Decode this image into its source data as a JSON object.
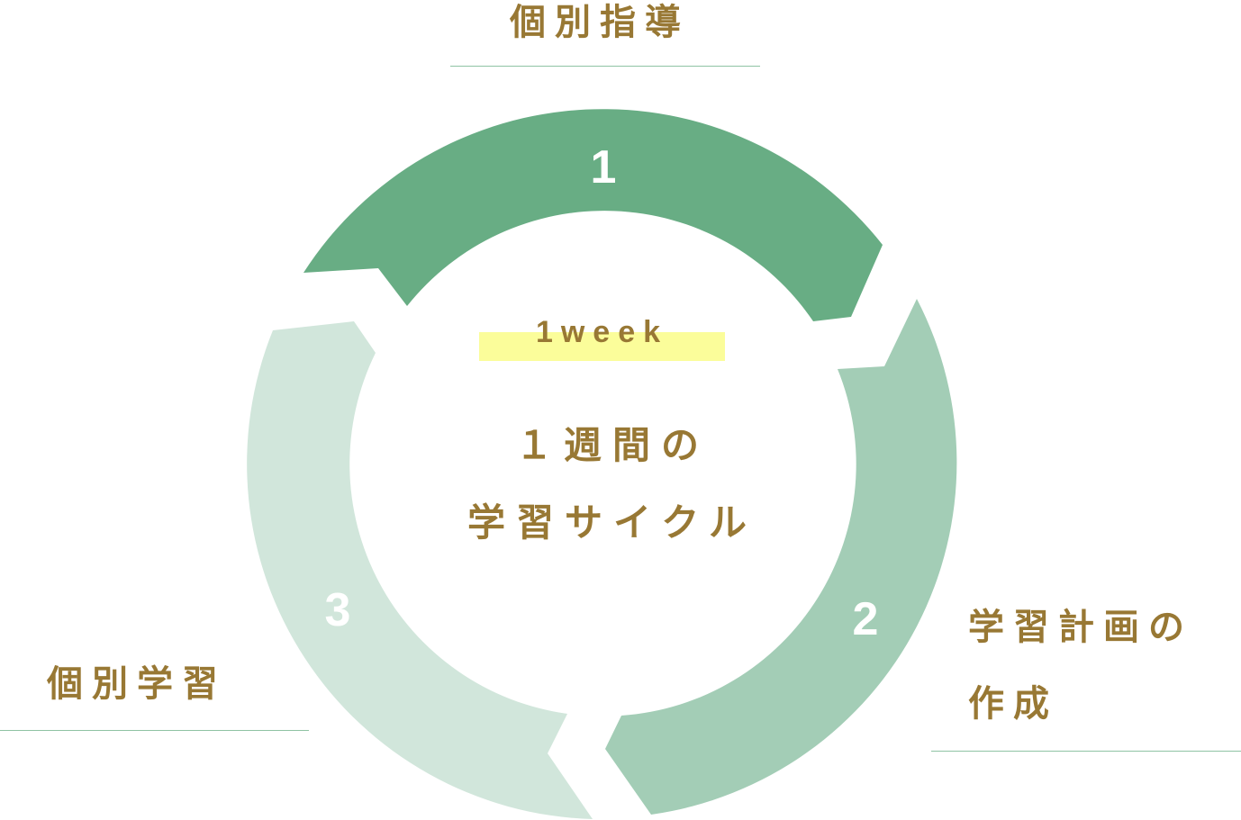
{
  "colors": {
    "step1": "#68ad84",
    "step2": "#a3cdb6",
    "step3": "#d1e6db",
    "text": "#987834",
    "highlight": "#fbfd9a"
  },
  "steps": [
    {
      "number": "1",
      "label": "個別指導"
    },
    {
      "number": "2",
      "label_line1": "学習計画の",
      "label_line2": "作成"
    },
    {
      "number": "3",
      "label": "個別学習"
    }
  ],
  "center": {
    "period": "1week",
    "title_line1": "１週間の",
    "title_line2": "学習サイクル"
  }
}
